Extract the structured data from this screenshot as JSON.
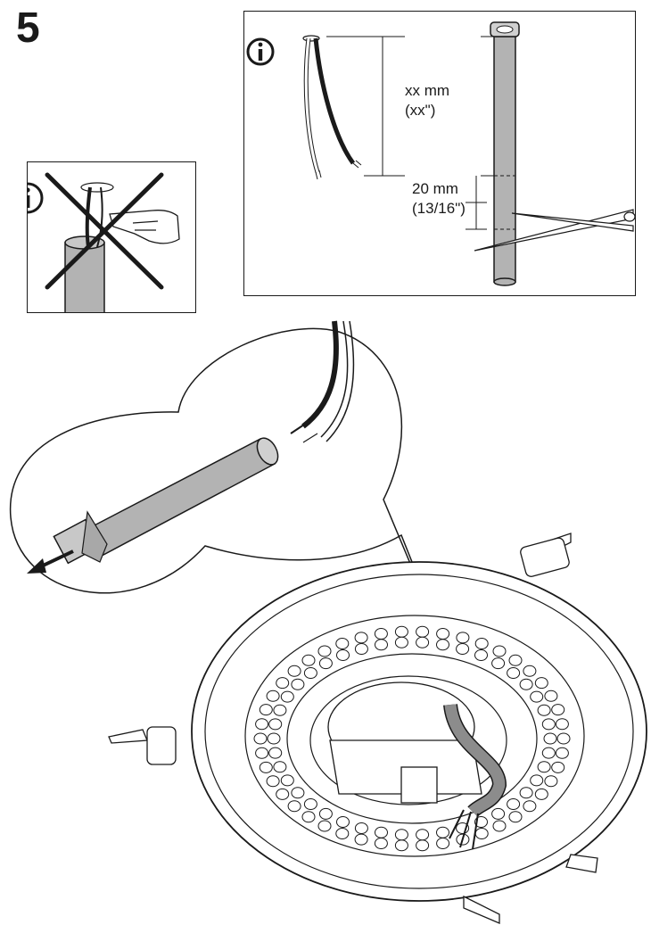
{
  "step": {
    "number": "5"
  },
  "info_panel": {
    "wire_length_mm": "xx mm",
    "wire_length_in": "(xx\")",
    "strip_length_mm": "20 mm",
    "strip_length_in": "(13/16\")"
  },
  "icons": {
    "info": "info-icon",
    "prohibited": "cross-out-icon",
    "hand": "hand-icon",
    "scissors": "scissors-icon",
    "direction": "arrow-icon"
  },
  "colors": {
    "line": "#1a1a1a",
    "tube_fill": "#b3b3b3",
    "background": "#ffffff"
  }
}
